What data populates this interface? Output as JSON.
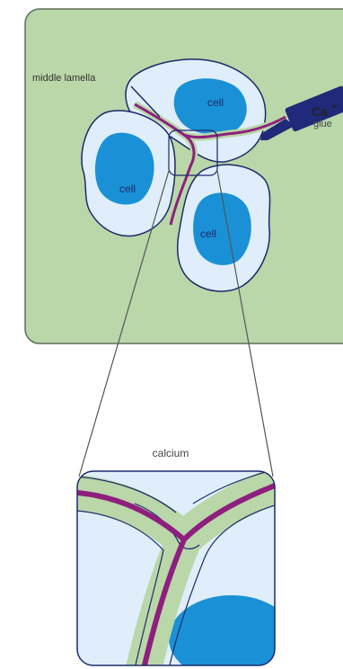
{
  "labels": {
    "middle_lamella": "middle lamella",
    "cell_1": "cell",
    "cell_2": "cell",
    "cell_3": "cell",
    "calcium_symbol": "Ca",
    "calcium_glue": "glue",
    "calcium": "calcium"
  },
  "colors": {
    "background_panel": "#b9d7a8",
    "cell_wall": "#dfeefa",
    "nucleus": "#1a91d6",
    "outline": "#1d2a6b",
    "lamella": "#8e1f7e",
    "dropper": "#1f2a7a",
    "zoom_lines": "#555555"
  },
  "icons": {
    "dropper": "calcium-dropper-icon"
  }
}
